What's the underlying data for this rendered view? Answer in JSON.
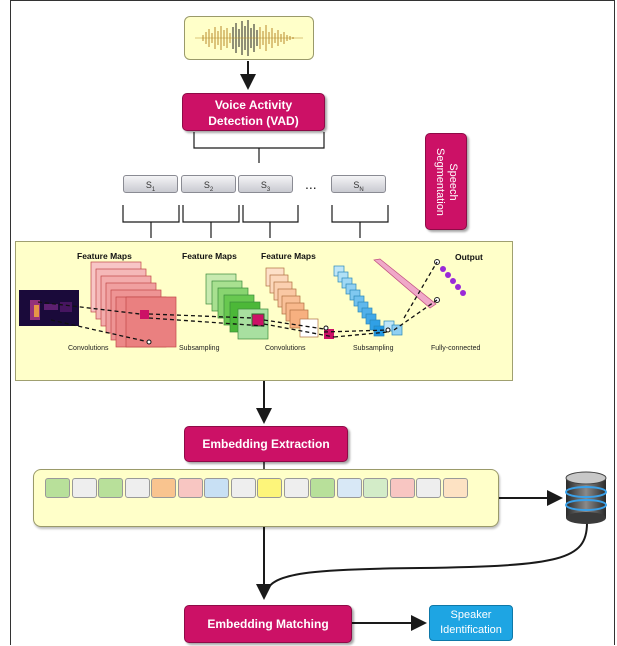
{
  "vad": {
    "line1": "Voice Activity",
    "line2": "Detection (VAD)"
  },
  "speech_segmentation": "Speech Segmentation",
  "segments": {
    "s1": "S",
    "s1_sub": "1",
    "s2": "S",
    "s2_sub": "2",
    "s3": "S",
    "s3_sub": "3",
    "ellipsis": "...",
    "sn": "S",
    "sn_sub": "N"
  },
  "cnn": {
    "feature_maps_1": "Feature  Maps",
    "feature_maps_2": "Feature  Maps",
    "feature_maps_3": "Feature  Maps",
    "output": "Output",
    "convolutions_1": "Convolutions",
    "subsampling_1": "Subsampling",
    "convolutions_2": "Convolutions",
    "subsampling_2": "Subsampling",
    "fully_connected": "Fully-connected"
  },
  "embedding_extraction": "Embedding Extraction",
  "embedding_cells": [
    "#b8e09a",
    "#eeeeee",
    "#b8e09a",
    "#eeeeee",
    "#f9c48f",
    "#f8c6c2",
    "#c8e0f4",
    "#eeeeee",
    "#fdf57a",
    "#eeeeee",
    "#b8e09a",
    "#d8e8f6",
    "#d3ecc8",
    "#f8c6c2",
    "#eeeeee",
    "#fde2c3"
  ],
  "embedding_matching": "Embedding Matching",
  "speaker_identification": {
    "line1": "Speaker",
    "line2": "Identification"
  },
  "colors": {
    "accent_pink": "#cc1166",
    "accent_blue": "#1ea5e3",
    "panel_yellow": "#ffffc9"
  },
  "icons": {
    "waveform": "waveform-icon",
    "database": "database-icon",
    "spectrogram": "spectrogram-icon"
  }
}
